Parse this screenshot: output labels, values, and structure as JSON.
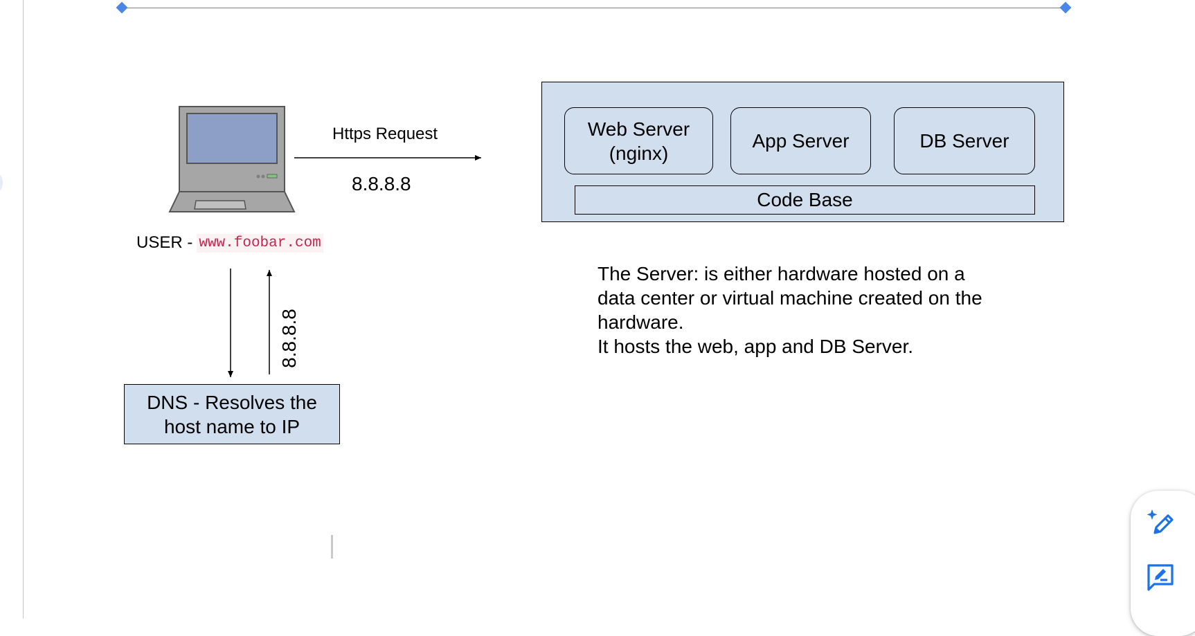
{
  "diagram": {
    "user_label": "USER -",
    "user_url": "www.foobar.com",
    "https_label": "Https Request",
    "ip_top": "8.8.8.8",
    "ip_vertical": "8.8.8.8",
    "dns": {
      "line1": "DNS - Resolves the",
      "line2": "host name to IP"
    },
    "server": {
      "web_line1": "Web Server",
      "web_line2": "(nginx)",
      "app": "App Server",
      "db": "DB Server",
      "codebase": "Code Base"
    },
    "description": {
      "line1": "The Server: is either hardware hosted on a",
      "line2": "data center or virtual machine created on the",
      "line3": "hardware.",
      "line4": "It hosts the web, app and DB Server."
    }
  },
  "colors": {
    "box_fill": "#d1deee",
    "code_text": "#c7254e",
    "accent": "#4a86e8",
    "laptop_screen": "#8e9fc7",
    "laptop_body": "#a6a6a6"
  },
  "icons": {
    "fab_top": "sparkle-pen-icon",
    "fab_bottom": "feedback-pen-icon",
    "device": "laptop-icon"
  }
}
